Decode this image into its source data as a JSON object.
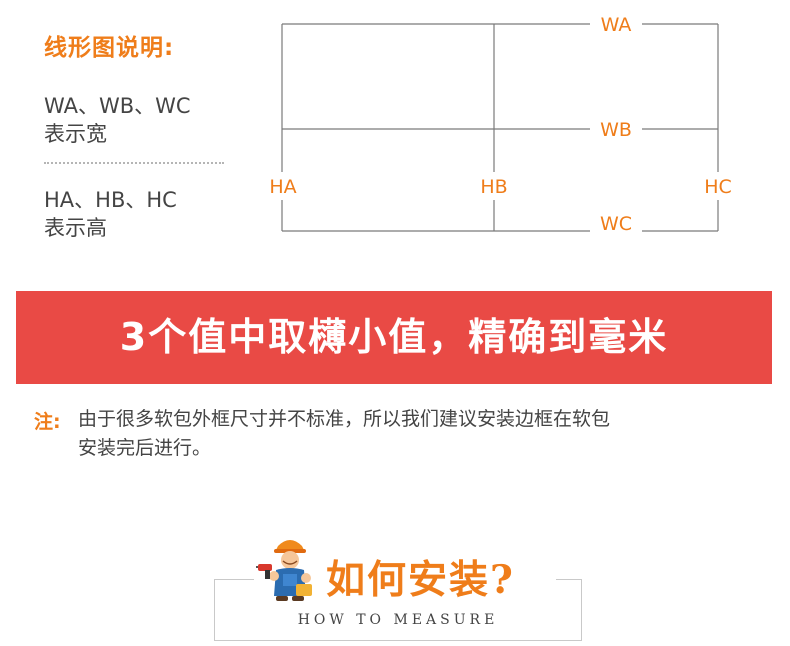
{
  "legend": {
    "title": "线形图说明:",
    "width_codes": "WA、WB、WC",
    "width_desc": "表示宽",
    "height_codes": "HA、HB、HC",
    "height_desc": "表示高"
  },
  "diagram": {
    "labels": {
      "wa": "WA",
      "wb": "WB",
      "wc": "WC",
      "ha": "HA",
      "hb": "HB",
      "hc": "HC"
    },
    "line_color": "#7a7a7a",
    "label_color": "#ef7d1a"
  },
  "banner": {
    "text": "3个值中取欂小值，精确到毫米",
    "color": "#e94a45"
  },
  "note": {
    "label": "注:",
    "line1": "由于很多软包外框尺寸并不标准，所以我们建议安装边框在软包",
    "line2": "安装完后进行。"
  },
  "measure": {
    "title": "如何安装?",
    "subtitle": "HOW TO MEASURE",
    "icon": "worker-mascot-icon"
  },
  "colors": {
    "accent": "#ef7d1a",
    "text": "#444444",
    "banner": "#e94a45"
  }
}
